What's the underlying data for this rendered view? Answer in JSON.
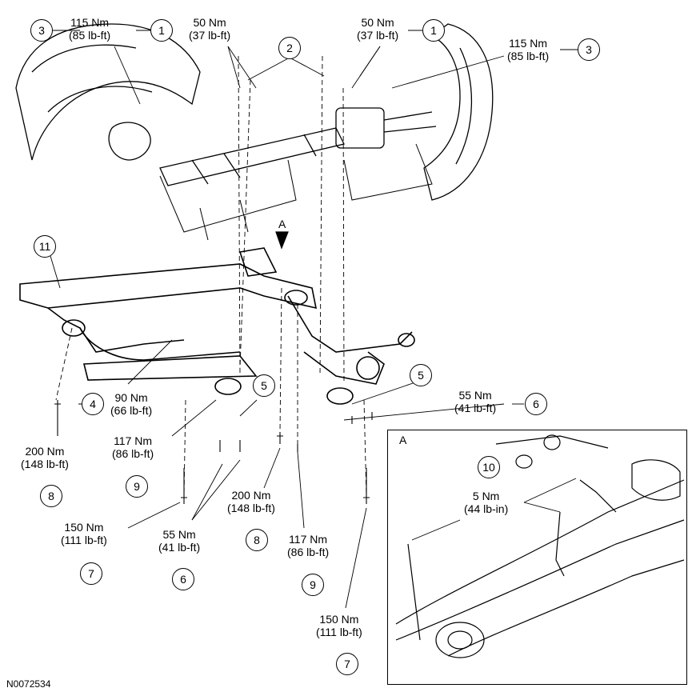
{
  "figure_id": "N0072534",
  "view_marker": "A",
  "inset_label": "A",
  "callouts": {
    "c1_left": "1",
    "c1_right": "1",
    "c2": "2",
    "c3_left": "3",
    "c3_right": "3",
    "c4": "4",
    "c5_left": "5",
    "c5_right": "5",
    "c6_bottom": "6",
    "c6_right": "6",
    "c7_left": "7",
    "c7_right": "7",
    "c8_left": "8",
    "c8_mid": "8",
    "c9_left": "9",
    "c9_mid": "9",
    "c10": "10",
    "c11": "11"
  },
  "torques": {
    "t115_left": [
      "115 Nm",
      "(85 lb-ft)"
    ],
    "t50_left": [
      "50 Nm",
      "(37 lb-ft)"
    ],
    "t50_right": [
      "50 Nm",
      "(37 lb-ft)"
    ],
    "t115_right": [
      "115 Nm",
      "(85 lb-ft)"
    ],
    "t90": [
      "90 Nm",
      "(66 lb-ft)"
    ],
    "t55_right": [
      "55 Nm",
      "(41 lb-ft)"
    ],
    "t200_left": [
      "200 Nm",
      "(148 lb-ft)"
    ],
    "t117_left": [
      "117 Nm",
      "(86 lb-ft)"
    ],
    "t200_mid": [
      "200 Nm",
      "(148 lb-ft)"
    ],
    "t150_left": [
      "150 Nm",
      "(111 lb-ft)"
    ],
    "t55_bottom": [
      "55 Nm",
      "(41 lb-ft)"
    ],
    "t117_mid": [
      "117 Nm",
      "(86 lb-ft)"
    ],
    "t150_right": [
      "150 Nm",
      "(111 lb-ft)"
    ],
    "t5_inset": [
      "5 Nm",
      "(44 lb-in)"
    ]
  }
}
